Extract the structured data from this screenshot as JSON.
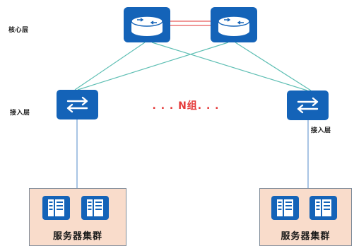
{
  "diagram": {
    "core_layer_label": "核心层",
    "access_layer_label_left": "接入层",
    "access_layer_label_right": "接入层",
    "n_groups_text": ". . . N组. . .",
    "clusters": [
      {
        "label": "服务器集群"
      },
      {
        "label": "服务器集群"
      }
    ],
    "colors": {
      "device_blue": "#1463b8",
      "link_teal": "#5fbfb4",
      "core_link_red": "#e65a5a",
      "access_link_blue": "#7aa3d6",
      "cluster_fill": "#f9dccb",
      "n_groups_red": "#e53b3b"
    },
    "icons": {
      "core": "router-icon",
      "access": "switch-icon",
      "server": "server-icon"
    }
  }
}
